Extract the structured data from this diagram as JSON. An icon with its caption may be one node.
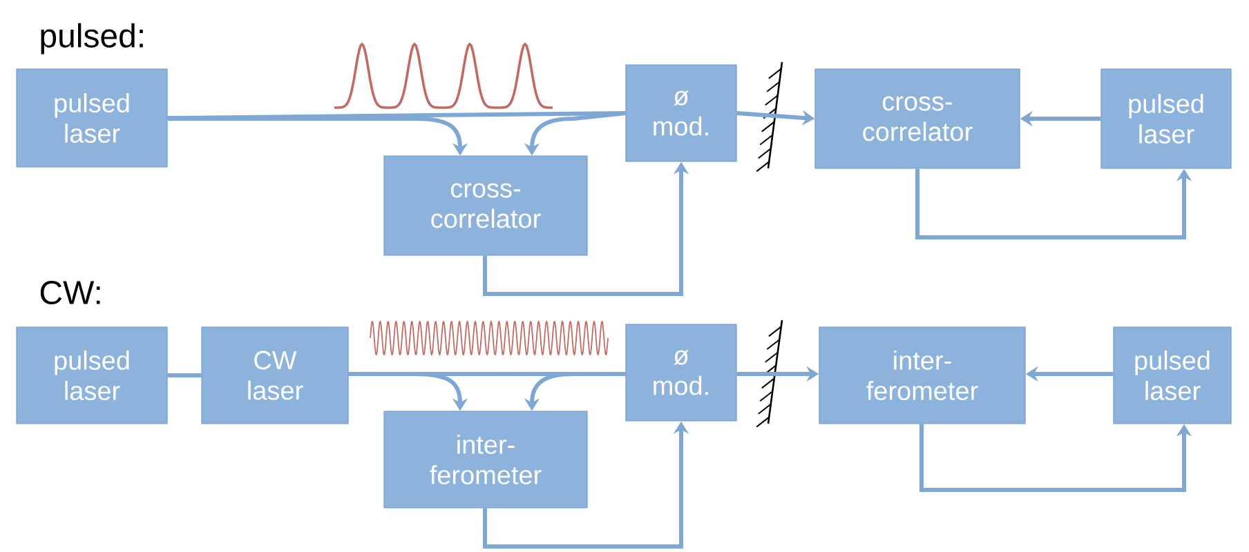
{
  "diagram": {
    "nodes": [
      {
        "text": [
          "pulsed laser"
        ]
      },
      {
        "text": [
          "cross-correlator"
        ]
      },
      {
        "text": [
          "ø mod."
        ]
      },
      {
        "text": [
          "cross-correlator"
        ]
      },
      {
        "text": [
          "pulsed laser"
        ]
      },
      {
        "text": [
          "pulsed laser"
        ]
      },
      {
        "text": [
          "CW laser"
        ]
      },
      {
        "text": [
          "inter-ferometer"
        ]
      },
      {
        "text": [
          "ø mod."
        ]
      },
      {
        "text": [
          "inter-ferometer"
        ]
      },
      {
        "text": [
          "pulsed laser"
        ]
      }
    ],
    "edges": [
      {
        "from": 0,
        "to": 2,
        "arrow": "none"
      },
      {
        "from": 0,
        "to": 1,
        "arrow": "to"
      },
      {
        "from": 2,
        "to": 1,
        "arrow": "to"
      },
      {
        "from": 1,
        "to": 2,
        "arrow": "to"
      },
      {
        "from": 2,
        "to": 3,
        "arrow": "to"
      },
      {
        "from": 4,
        "to": 3,
        "arrow": "to"
      },
      {
        "from": 3,
        "to": 4,
        "arrow": "to"
      },
      {
        "from": 5,
        "to": 6,
        "arrow": "none"
      },
      {
        "from": 6,
        "to": 8,
        "arrow": "none"
      },
      {
        "from": 6,
        "to": 7,
        "arrow": "to"
      },
      {
        "from": 8,
        "to": 7,
        "arrow": "to"
      },
      {
        "from": 7,
        "to": 8,
        "arrow": "to"
      },
      {
        "from": 8,
        "to": 9,
        "arrow": "to"
      },
      {
        "from": 10,
        "to": 9,
        "arrow": "to"
      },
      {
        "from": 9,
        "to": 10,
        "arrow": "to"
      }
    ],
    "labels": [
      "pulsed:",
      "CW:"
    ]
  }
}
